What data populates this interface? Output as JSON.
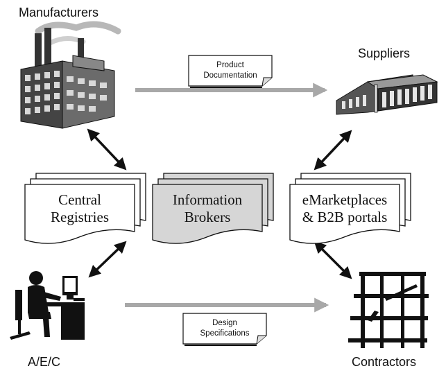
{
  "nodes": {
    "manufacturers": "Manufacturers",
    "suppliers": "Suppliers",
    "aec": "A/E/C",
    "contractors": "Contractors"
  },
  "documents": {
    "central_registries": [
      "Central",
      "Registries"
    ],
    "information_brokers": [
      "Information",
      "Brokers"
    ],
    "emarketplaces": [
      "eMarketplaces",
      "& B2B portals"
    ]
  },
  "notes": {
    "product_documentation": [
      "Product",
      "Documentation"
    ],
    "design_specifications": [
      "Design",
      "Specifications"
    ]
  },
  "colors": {
    "flow_arrow": "#a8a8a8",
    "broker_fill": "#d6d6d6",
    "line": "#111111"
  }
}
